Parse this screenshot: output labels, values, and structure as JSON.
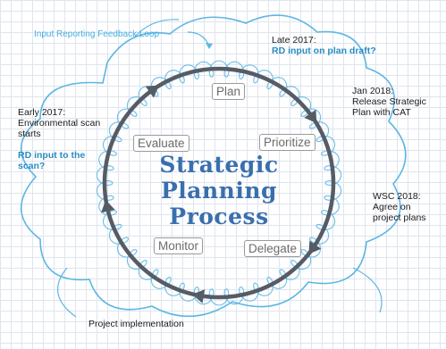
{
  "title": "Strategic\nPlanning\nProcess",
  "feedback_loop_label": "Input Reporting Feedback Loop",
  "stages": {
    "plan": "Plan",
    "prioritize": "Prioritize",
    "delegate": "Delegate",
    "monitor": "Monitor",
    "evaluate": "Evaluate"
  },
  "notes": {
    "late_2017": {
      "heading": "Late 2017:",
      "question": "RD input on plan draft?"
    },
    "jan_2018": {
      "text": "Jan 2018:\nRelease Strategic\nPlan with CAT"
    },
    "wsc_2018": {
      "text": "WSC 2018:\nAgree on\nproject plans"
    },
    "project_implementation": {
      "text": "Project implementation"
    },
    "early_2017": {
      "text": "Early 2017:\nEnvironmental scan\nstarts",
      "question": "RD input to the\nscan?"
    }
  },
  "colors": {
    "cycle": "#565c66",
    "cloud": "#5cb6e4",
    "title": "#3a6fae",
    "question": "#2a8dc3"
  }
}
